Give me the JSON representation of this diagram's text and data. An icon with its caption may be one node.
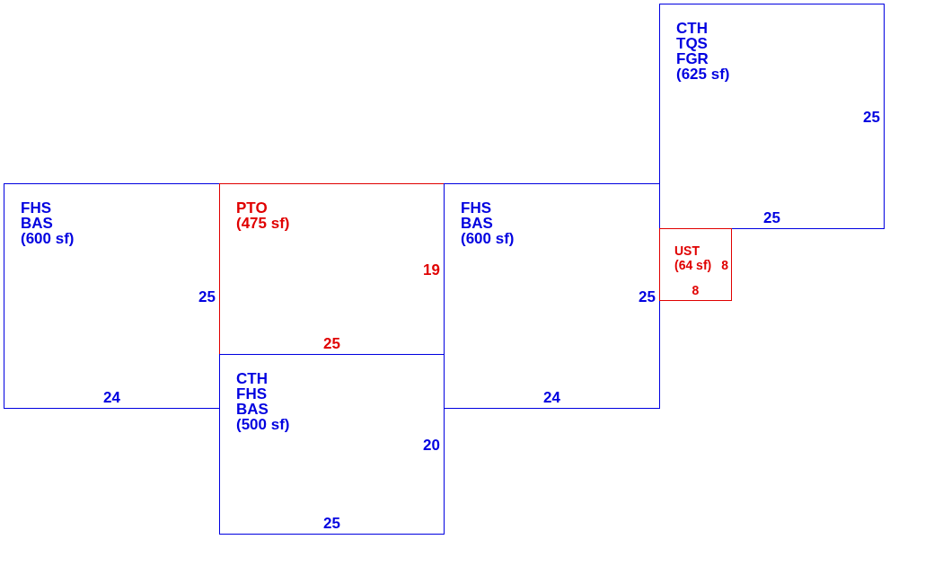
{
  "diagram": {
    "nodes": [
      {
        "text": [
          "FHS",
          "BAS",
          "(600 sf)",
          "25",
          "24"
        ]
      },
      {
        "text": [
          "PTO",
          "(475 sf)",
          "19",
          "25"
        ]
      },
      {
        "text": [
          "CTH",
          "FHS",
          "BAS",
          "(500 sf)",
          "20",
          "25"
        ]
      },
      {
        "text": [
          "FHS",
          "BAS",
          "(600 sf)",
          "25",
          "24"
        ]
      },
      {
        "text": [
          "CTH",
          "TQS",
          "FGR",
          "(625 sf)",
          "25",
          "25"
        ]
      },
      {
        "text": [
          "UST",
          "(64 sf)",
          "8",
          "8"
        ]
      }
    ]
  }
}
